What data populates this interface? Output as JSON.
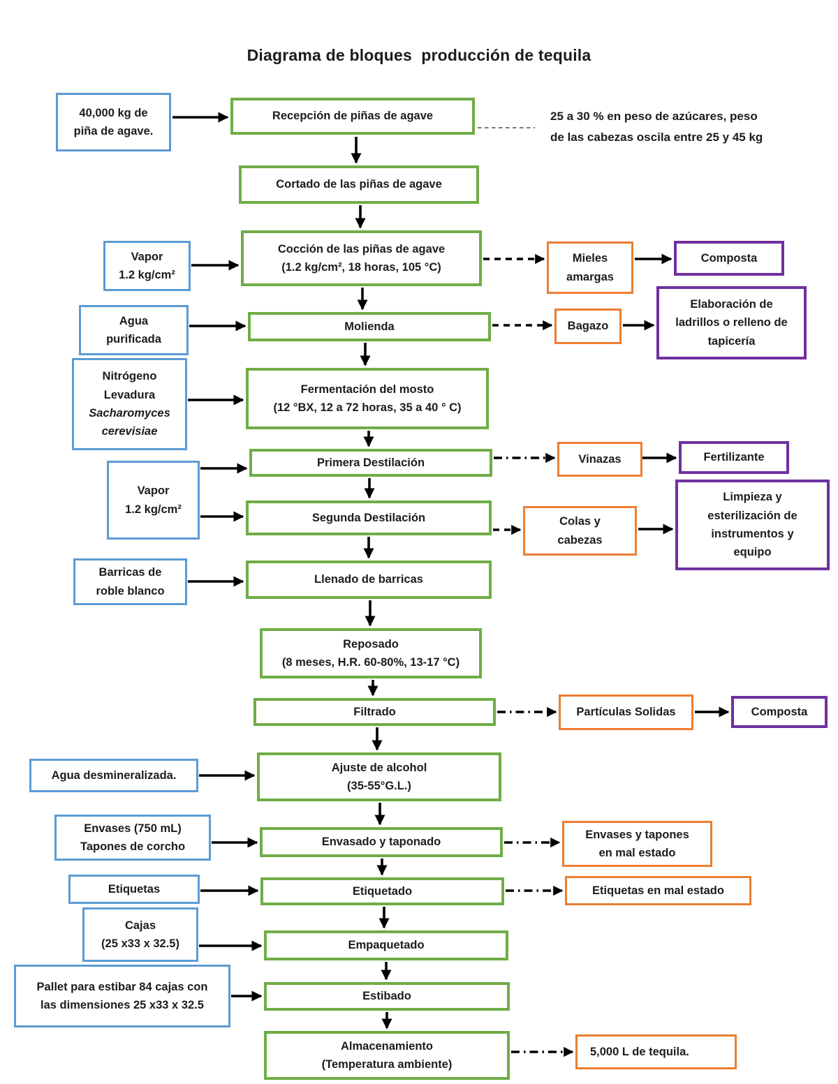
{
  "title": "Diagrama de bloques  producción de tequila",
  "annotation": "25 a 30 % en peso de azúcares,  peso\nde las cabezas oscila entre 25 y 45 kg",
  "colors": {
    "process_border": "#6fad46",
    "input_border": "#5b9bd5",
    "byproduct_border": "#ed7d31",
    "destination_border": "#7030a0",
    "arrow": "#000000"
  },
  "process": {
    "recepcion": "Recepción de piñas de agave",
    "cortado": "Cortado de las piñas de agave",
    "coccion": "Cocción de las piñas de agave\n(1.2 kg/cm², 18 horas, 105 °C)",
    "molienda": "Molienda",
    "fermentacion": "Fermentación  del mosto\n(12 °BX, 12 a  72 horas, 35 a 40 ° C)",
    "primera_destilacion": "Primera Destilación",
    "segunda_destilacion": "Segunda Destilación",
    "llenado_barricas": "Llenado de barricas",
    "reposado": "Reposado\n(8 meses, H.R. 60-80%, 13-17 °C)",
    "filtrado": "Filtrado",
    "ajuste_alcohol": "Ajuste de alcohol\n(35-55°G.L.)",
    "envasado": "Envasado y taponado",
    "etiquetado": "Etiquetado",
    "empaquetado": "Empaquetado",
    "estibado": "Estibado",
    "almacenamiento": "Almacenamiento\n(Temperatura ambiente)"
  },
  "inputs": {
    "agave": "40,000 kg de\npiña de agave.",
    "vapor_1": "Vapor\n1.2 kg/cm²",
    "agua_purificada": "Agua\npurificada",
    "nitrogeno_levadura": "Nitrógeno\nLevadura",
    "nitrogeno_levadura_especie": "Sacharomyces\ncerevisiae",
    "vapor_2": "Vapor\n1.2 kg/cm²",
    "barricas": "Barricas de\nroble blanco",
    "agua_desmineralizada": "Agua desmineralizada.",
    "envases_tapones": "Envases (750 mL)\nTapones  de corcho",
    "etiquetas": "Etiquetas",
    "cajas": "Cajas\n(25 x33 x 32.5)",
    "pallet": "Pallet para estibar 84 cajas con\nlas dimensiones 25 x33 x 32.5"
  },
  "byproducts": {
    "mieles_amargas": "Mieles\namargas",
    "bagazo": "Bagazo",
    "vinazas": "Vinazas",
    "colas_cabezas": "Colas y\ncabezas",
    "particulas_solidas": "Partículas Solidas",
    "envases_mal_estado": "Envases y tapones\nen mal estado",
    "etiquetas_mal_estado": "Etiquetas en mal estado",
    "tequila_final": "5,000 L de tequila."
  },
  "destinations": {
    "composta_mieles": "Composta",
    "ladrillos": "Elaboración de\nladrillos o relleno de\ntapicería",
    "fertilizante": "Fertilizante",
    "limpieza": "Limpieza y\nesterilización de\ninstrumentos y\nequipo",
    "composta_particulas": "Composta"
  }
}
